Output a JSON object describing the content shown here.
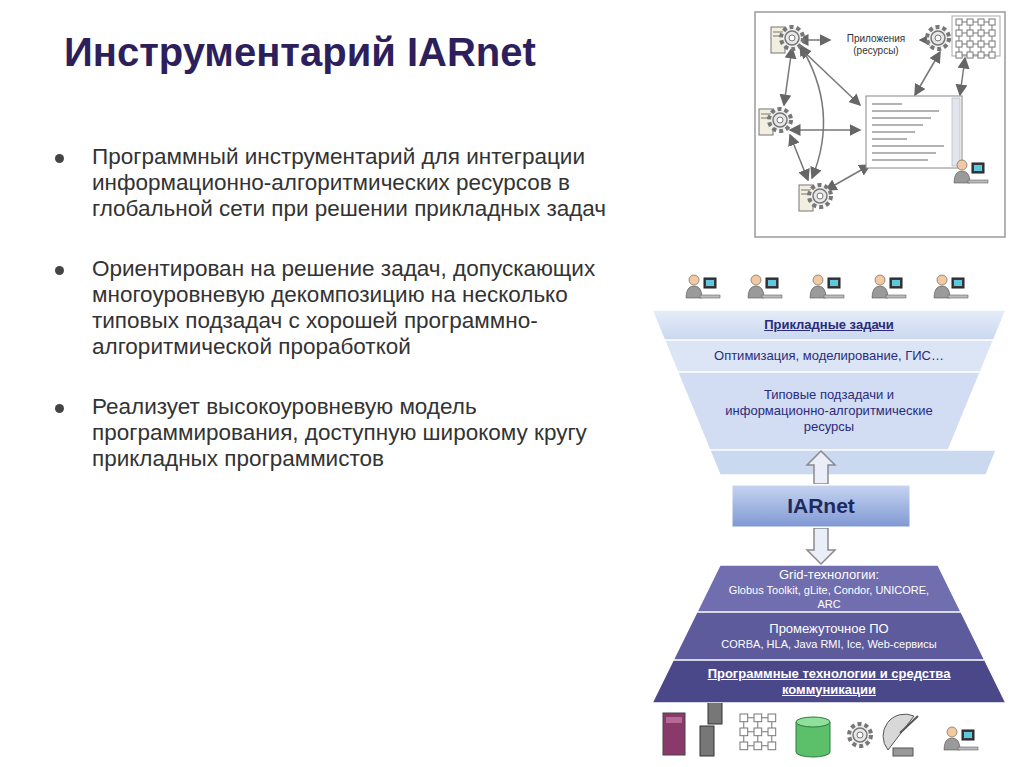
{
  "diagram": {
    "title": "Инструментарий IARnet",
    "nodes": [
      {
        "text": [
          "Прикладные задачи"
        ]
      },
      {
        "text": [
          "Оптимизация, моделирование, ГИС…"
        ]
      },
      {
        "text": [
          "Типовые подзадачи и информационно-алгоритмические ресурсы"
        ]
      },
      {
        "text": [
          "IARnet"
        ]
      },
      {
        "text": [
          "Grid-технологии:",
          "Globus Toolkit, gLite, Condor, UNICORE, ARC"
        ]
      },
      {
        "text": [
          "Промежуточное ПО",
          "CORBA, HLA, Java RMI, Ice, Web-сервисы"
        ]
      },
      {
        "text": [
          "Программные технологии и средства коммуникации"
        ]
      }
    ],
    "edges": [
      {
        "from": 3,
        "to": 2,
        "arrow": "to"
      },
      {
        "from": 3,
        "to": 4,
        "arrow": "to"
      }
    ],
    "labels": [
      "Программный инструментарий для интеграции информационно-алгоритмических ресурсов в глобальной сети при решении прикладных задач",
      "Ориентирован на решение задач, допускающих многоуровневую декомпозицию на несколько типовых подзадач с хорошей программно-алгоритмической проработкой",
      "Реализует высокоуровневую модель программирования, доступную широкому кругу прикладных программистов",
      "Приложения (ресурсы)"
    ]
  }
}
